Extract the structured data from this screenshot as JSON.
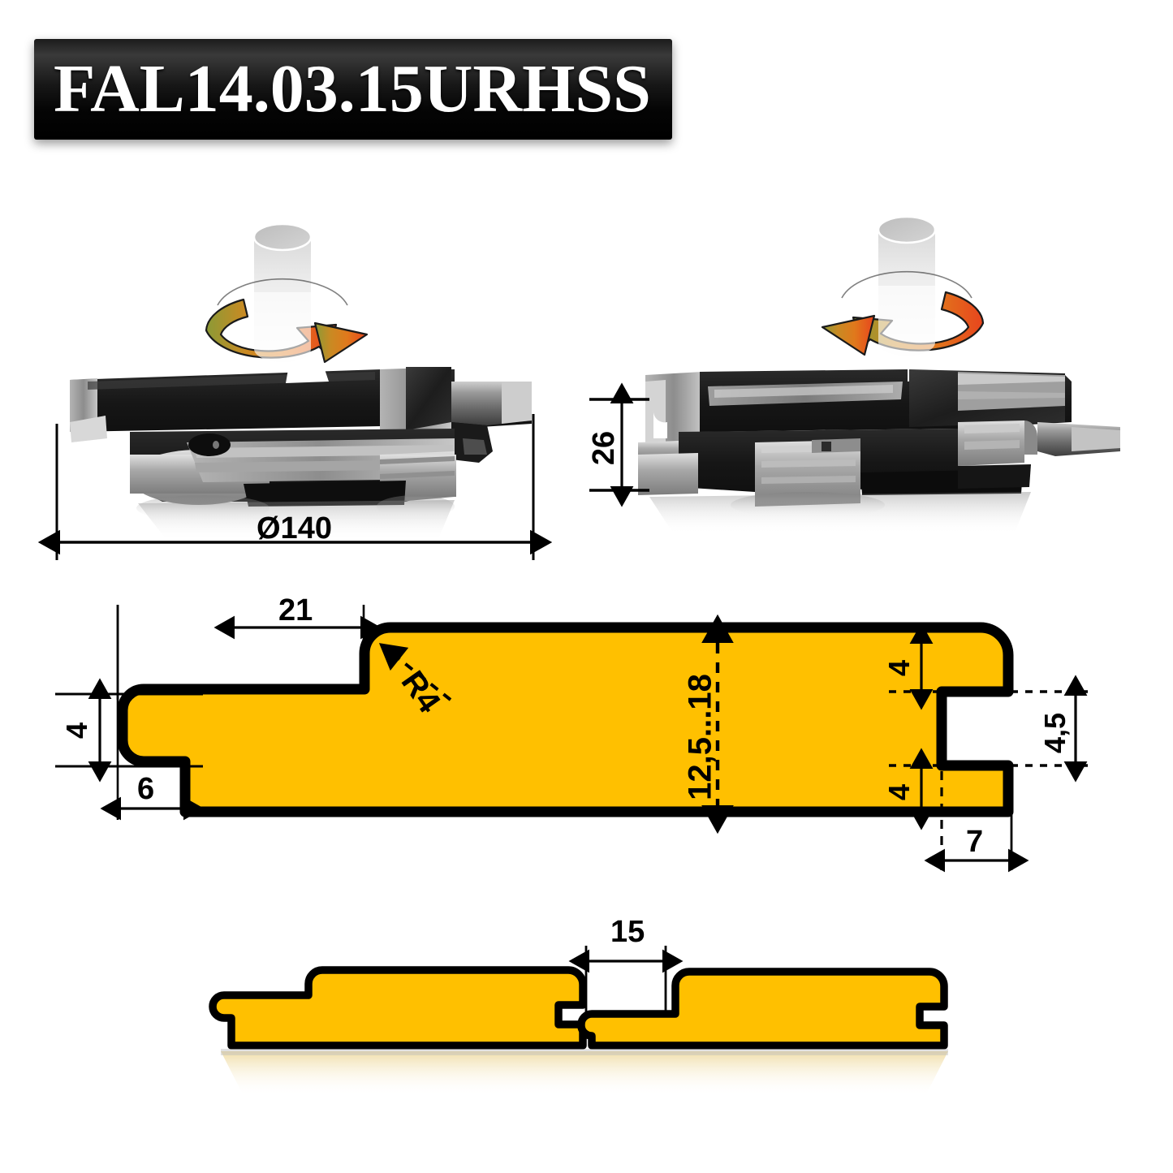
{
  "title": {
    "code": "FAL14.03.15URHSS"
  },
  "views": {
    "cutter_left": {
      "name": "cutter-side-view-diameter",
      "rotation_icon": "rotation-arrow-clockwise-icon",
      "spindle_icon": "spindle-cylinder-icon",
      "dimension": "Ø140"
    },
    "cutter_right": {
      "name": "cutter-side-view-height",
      "rotation_icon": "rotation-arrow-counterclockwise-icon",
      "spindle_icon": "spindle-cylinder-icon",
      "dimension": "26"
    },
    "profile_main": {
      "name": "board-profile-cross-section",
      "dimensions": {
        "top_width": "21",
        "radius": "R4",
        "left_lip_height": "4",
        "left_lip_depth": "6",
        "thickness_range": "12,5...18",
        "tongue_top": "4",
        "groove_height": "4,5",
        "tongue_bottom": "4",
        "tongue_length": "7"
      }
    },
    "profile_assembly": {
      "name": "two-board-joint-assembly",
      "dimensions": {
        "joint_gap": "15"
      }
    }
  },
  "colors": {
    "wood_fill": "#FFC000",
    "outline": "#000000",
    "banner_bg": "#000000",
    "banner_text": "#FFFFFF",
    "arrow_start": "#8a9a3a",
    "arrow_mid": "#e2791c",
    "arrow_end": "#e8461d"
  }
}
